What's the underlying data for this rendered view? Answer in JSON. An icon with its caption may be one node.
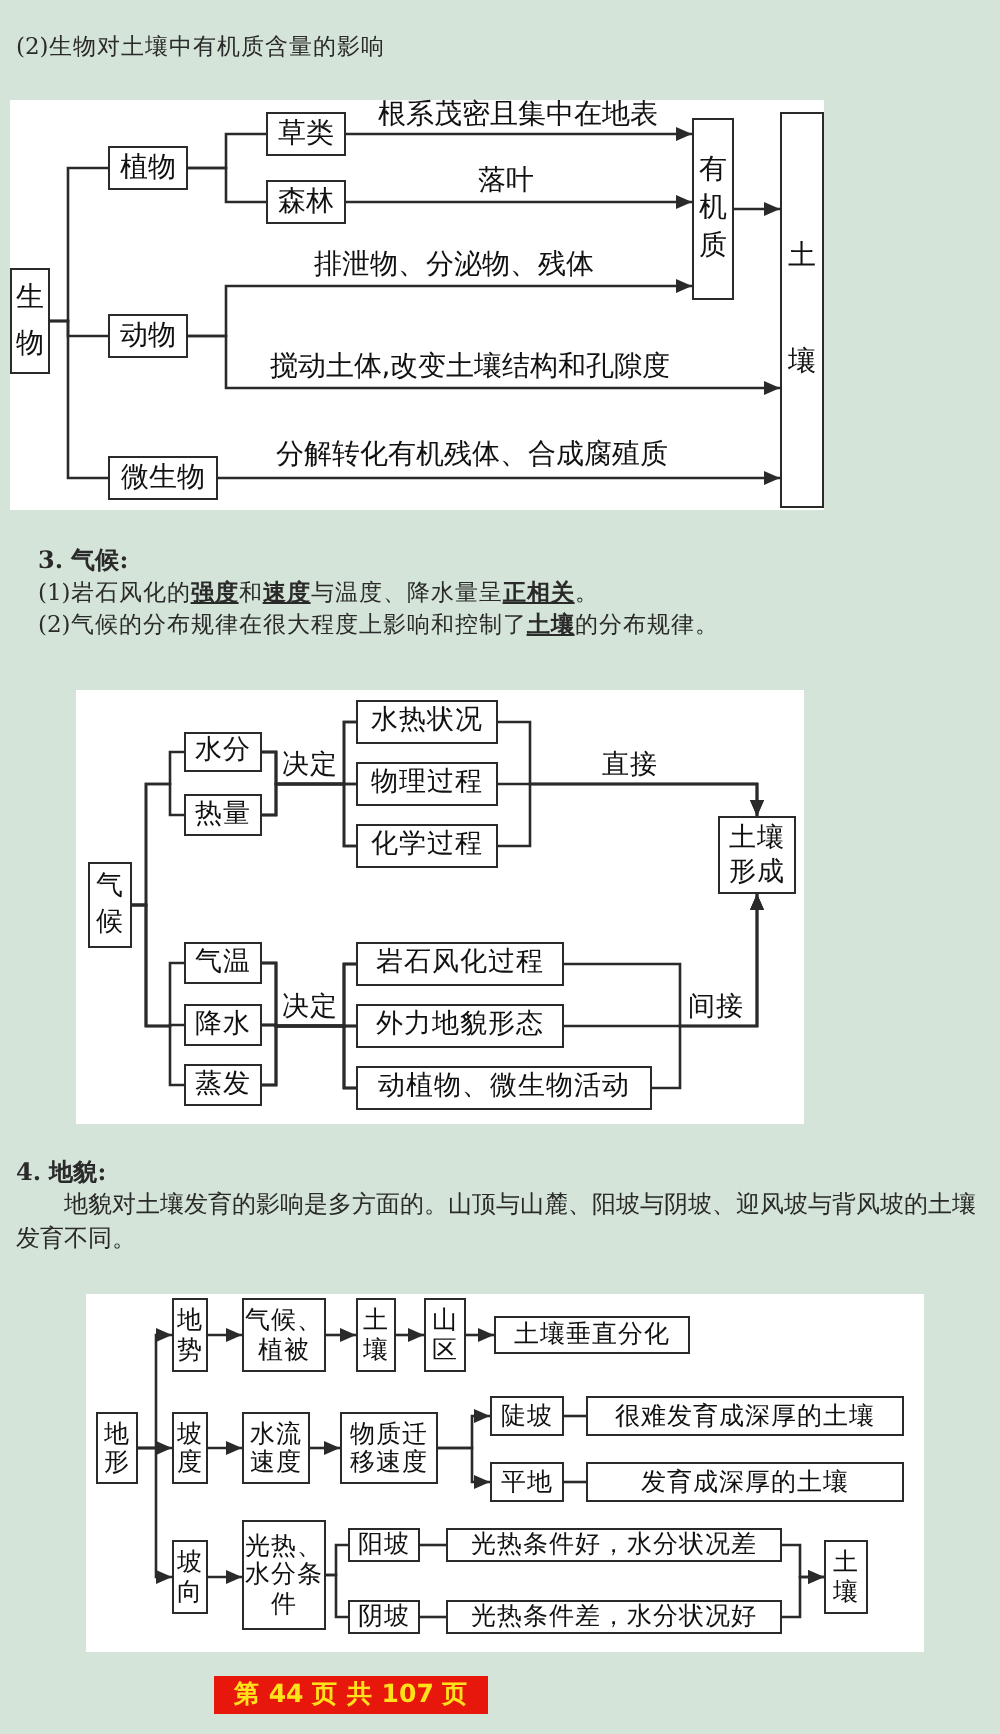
{
  "diagram": {
    "nodes": [
      {
        "text": [
          "生物"
        ]
      },
      {
        "text": [
          "植物"
        ]
      },
      {
        "text": [
          "动物"
        ]
      },
      {
        "text": [
          "微生物"
        ]
      },
      {
        "text": [
          "草类"
        ]
      },
      {
        "text": [
          "森林"
        ]
      },
      {
        "text": [
          "有机质"
        ]
      },
      {
        "text": [
          "土壤"
        ]
      },
      {
        "text": [
          "气候"
        ]
      },
      {
        "text": [
          "水分"
        ]
      },
      {
        "text": [
          "热量"
        ]
      },
      {
        "text": [
          "气温"
        ]
      },
      {
        "text": [
          "降水"
        ]
      },
      {
        "text": [
          "蒸发"
        ]
      },
      {
        "text": [
          "水热状况"
        ]
      },
      {
        "text": [
          "物理过程"
        ]
      },
      {
        "text": [
          "化学过程"
        ]
      },
      {
        "text": [
          "岩石风化过程"
        ]
      },
      {
        "text": [
          "外力地貌形态"
        ]
      },
      {
        "text": [
          "动植物、微生物活动"
        ]
      },
      {
        "text": [
          "土壤形成"
        ]
      },
      {
        "text": [
          "地形"
        ]
      },
      {
        "text": [
          "地势"
        ]
      },
      {
        "text": [
          "坡度"
        ]
      },
      {
        "text": [
          "坡向"
        ]
      },
      {
        "text": [
          "气候、植被"
        ]
      },
      {
        "text": [
          "土壤"
        ]
      },
      {
        "text": [
          "山区"
        ]
      },
      {
        "text": [
          "土壤垂直分化"
        ]
      },
      {
        "text": [
          "水流速度"
        ]
      },
      {
        "text": [
          "物质迁移速度"
        ]
      },
      {
        "text": [
          "陡坡"
        ]
      },
      {
        "text": [
          "很难发育成深厚的土壤"
        ]
      },
      {
        "text": [
          "平地"
        ]
      },
      {
        "text": [
          "发育成深厚的土壤"
        ]
      },
      {
        "text": [
          "光热、水分条件"
        ]
      },
      {
        "text": [
          "阳坡"
        ]
      },
      {
        "text": [
          "光热条件好，水分状况差"
        ]
      },
      {
        "text": [
          "阴坡"
        ]
      },
      {
        "text": [
          "光热条件差，水分状况好"
        ]
      },
      {
        "text": [
          "土壤"
        ]
      }
    ],
    "edges": [
      {
        "from": 0,
        "to": 1,
        "arrow": "none"
      },
      {
        "from": 0,
        "to": 2,
        "arrow": "none"
      },
      {
        "from": 0,
        "to": 3,
        "arrow": "none"
      },
      {
        "from": 1,
        "to": 4,
        "arrow": "none"
      },
      {
        "from": 1,
        "to": 5,
        "arrow": "none"
      },
      {
        "from": 4,
        "to": 6,
        "arrow": "to",
        "label": "根系茂密且集中在地表"
      },
      {
        "from": 5,
        "to": 6,
        "arrow": "to",
        "label": "落叶"
      },
      {
        "from": 2,
        "to": 6,
        "arrow": "to",
        "label": "排泄物、分泌物、残体"
      },
      {
        "from": 2,
        "to": 7,
        "arrow": "to",
        "label": "搅动土体,改变土壤结构和孔隙度"
      },
      {
        "from": 3,
        "to": 7,
        "arrow": "to",
        "label": "分解转化有机残体、合成腐殖质"
      },
      {
        "from": 6,
        "to": 7,
        "arrow": "to"
      },
      {
        "from": 8,
        "to": 9,
        "arrow": "none"
      },
      {
        "from": 8,
        "to": 10,
        "arrow": "none"
      },
      {
        "from": 8,
        "to": 11,
        "arrow": "none"
      },
      {
        "from": 8,
        "to": 12,
        "arrow": "none"
      },
      {
        "from": 8,
        "to": 13,
        "arrow": "none"
      },
      {
        "from": 9,
        "to": 14,
        "arrow": "none"
      },
      {
        "from": 9,
        "to": 15,
        "arrow": "none",
        "label": "决定"
      },
      {
        "from": 9,
        "to": 16,
        "arrow": "none"
      },
      {
        "from": 10,
        "to": 14,
        "arrow": "none"
      },
      {
        "from": 10,
        "to": 15,
        "arrow": "none"
      },
      {
        "from": 10,
        "to": 16,
        "arrow": "none"
      },
      {
        "from": 11,
        "to": 17,
        "arrow": "none"
      },
      {
        "from": 11,
        "to": 18,
        "arrow": "none"
      },
      {
        "from": 11,
        "to": 19,
        "arrow": "none"
      },
      {
        "from": 12,
        "to": 17,
        "arrow": "none"
      },
      {
        "from": 12,
        "to": 18,
        "arrow": "none",
        "label": "决定"
      },
      {
        "from": 12,
        "to": 19,
        "arrow": "none"
      },
      {
        "from": 13,
        "to": 17,
        "arrow": "none"
      },
      {
        "from": 13,
        "to": 18,
        "arrow": "none"
      },
      {
        "from": 13,
        "to": 19,
        "arrow": "none"
      },
      {
        "from": 14,
        "to": 20,
        "arrow": "to"
      },
      {
        "from": 15,
        "to": 20,
        "arrow": "to",
        "label": "直接"
      },
      {
        "from": 16,
        "to": 20,
        "arrow": "to"
      },
      {
        "from": 17,
        "to": 20,
        "arrow": "to"
      },
      {
        "from": 18,
        "to": 20,
        "arrow": "to",
        "label": "间接"
      },
      {
        "from": 19,
        "to": 20,
        "arrow": "to"
      },
      {
        "from": 21,
        "to": 22,
        "arrow": "to"
      },
      {
        "from": 21,
        "to": 23,
        "arrow": "to"
      },
      {
        "from": 21,
        "to": 24,
        "arrow": "to"
      },
      {
        "from": 22,
        "to": 25,
        "arrow": "to"
      },
      {
        "from": 25,
        "to": 26,
        "arrow": "to"
      },
      {
        "from": 26,
        "to": 27,
        "arrow": "to"
      },
      {
        "from": 27,
        "to": 28,
        "arrow": "to"
      },
      {
        "from": 23,
        "to": 29,
        "arrow": "to"
      },
      {
        "from": 29,
        "to": 30,
        "arrow": "to"
      },
      {
        "from": 30,
        "to": 31,
        "arrow": "to"
      },
      {
        "from": 30,
        "to": 33,
        "arrow": "to"
      },
      {
        "from": 31,
        "to": 32,
        "arrow": "none"
      },
      {
        "from": 33,
        "to": 34,
        "arrow": "none"
      },
      {
        "from": 24,
        "to": 35,
        "arrow": "to"
      },
      {
        "from": 35,
        "to": 36,
        "arrow": "none"
      },
      {
        "from": 35,
        "to": 38,
        "arrow": "none"
      },
      {
        "from": 36,
        "to": 37,
        "arrow": "none"
      },
      {
        "from": 38,
        "to": 39,
        "arrow": "none"
      },
      {
        "from": 37,
        "to": 40,
        "arrow": "to"
      },
      {
        "from": 39,
        "to": 40,
        "arrow": "to"
      }
    ],
    "labels": [
      "(2)生物对土壤中有机质含量的影响",
      "3. 气候:",
      "(1)岩石风化的**强度**和**速度**与温度、降水量呈**正相关**。",
      "(2)气候的分布规律在很大程度上影响和控制了**土壤**的分布规律。",
      "4. 地貌:",
      "地貌对土壤发育的影响是多方面的。山顶与山麓、阳坡与阴坡、迎风坡与背风坡的土壤发育不同。",
      "第 44 页 共 107 页"
    ]
  }
}
